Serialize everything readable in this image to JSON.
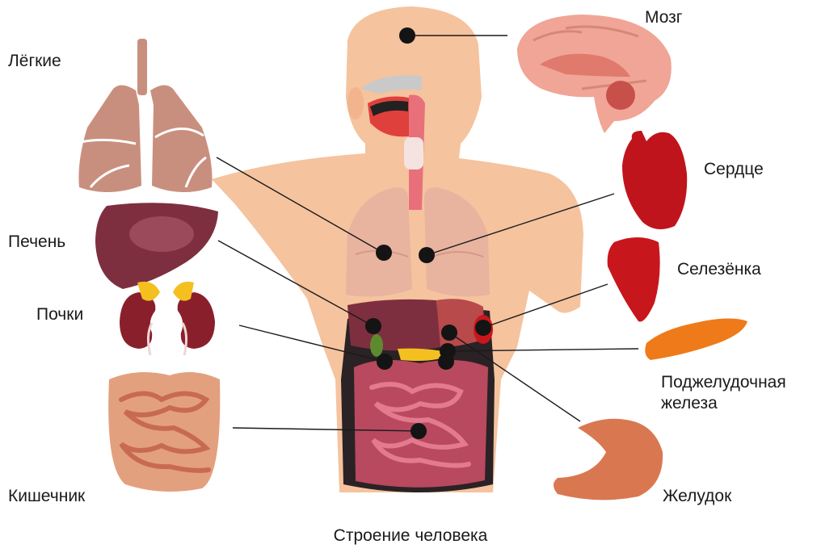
{
  "labels": {
    "brain": "Мозг",
    "lungs": "Лёгкие",
    "heart": "Сердце",
    "liver": "Печень",
    "spleen": "Селезёнка",
    "kidneys": "Почки",
    "pancreas_line1": "Поджелудочная",
    "pancreas_line2": "железа",
    "intestine": "Кишечник",
    "stomach": "Желудок"
  },
  "caption": "Строение человека",
  "colors": {
    "skin": "#f5c39e",
    "lung": "#c98f7e",
    "liver": "#7e2f3f",
    "heart": "#c0141c",
    "spleen": "#c8161d",
    "pancreas": "#ef7a1a",
    "stomach": "#d97850",
    "intestine": "#c2536b",
    "brain": "#f0a596",
    "kidney": "#8a1f2c",
    "adrenal": "#f4c020"
  }
}
